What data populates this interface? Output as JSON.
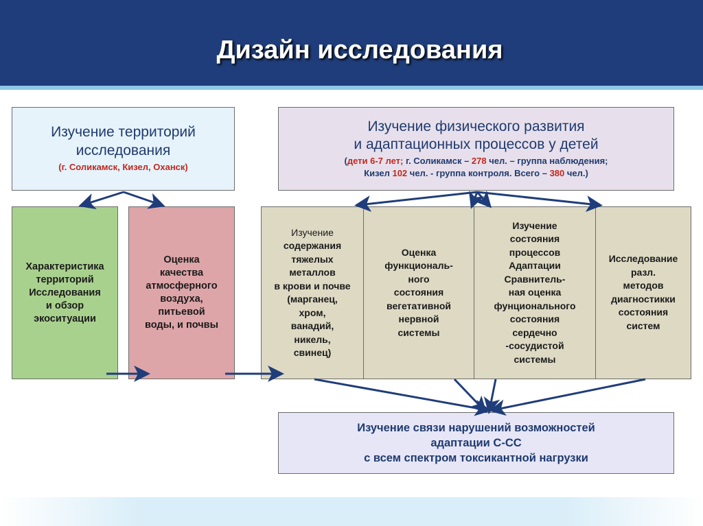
{
  "title": "Дизайн исследования",
  "top_left": {
    "line1": "Изучение территорий",
    "line2": "исследования",
    "sub": "(г. Соликамск, Кизел, Оханск)"
  },
  "top_right": {
    "line1": "Изучение физического развития",
    "line2": "и адаптационных процессов у детей",
    "sub1_a": "(",
    "sub1_b": "дети 6-7 лет;",
    "sub1_c": " г. Соликамск – ",
    "sub1_d": "278",
    "sub1_e": " чел. – группа наблюдения;",
    "sub2_a": "Кизел ",
    "sub2_b": "102",
    "sub2_c": " чел.  - группа контроля. Всего – ",
    "sub2_d": "380",
    "sub2_e": " чел.)"
  },
  "boxes": [
    {
      "lines": [
        "Характеристика",
        "территорий",
        "Исследования",
        "и обзор",
        "экоситуации"
      ]
    },
    {
      "lines": [
        "Оценка",
        "качества",
        "атмосферного",
        "воздуха,",
        "питьевой",
        "воды, и почвы"
      ]
    },
    {
      "lines": [
        "Изучение",
        "содержания",
        "тяжелых",
        "металлов",
        "в крови и почве",
        "(марганец,",
        "хром,",
        "ванадий,",
        "никель,",
        "свинец)"
      ]
    },
    {
      "lines": [
        "Оценка",
        "функциональ-",
        "ного",
        "состояния",
        "вегетативной",
        "нервной",
        "системы"
      ]
    },
    {
      "lines": [
        "Изучение",
        "состояния",
        "процессов",
        "Адаптации",
        "Сравнитель-",
        "ная оценка",
        "фунционального",
        "состояния",
        "сердечно",
        "-сосудистой",
        "системы"
      ]
    },
    {
      "lines": [
        "Исследование",
        "разл.",
        "методов",
        "диагностикки",
        "состояния",
        "систем"
      ]
    }
  ],
  "bottom": {
    "lines": [
      "Изучение связи нарушений возможностей",
      "адаптации С-СС",
      "с всем спектром токсикантной нагрузки"
    ]
  },
  "colors": {
    "header": "#1f3d7a",
    "arrow": "#1f3d7a",
    "green": "#a9d18e",
    "pink": "#dda5a8",
    "beige": "#ddd9c3",
    "light_blue": "#e6f3fb",
    "lavender": "#e7e0ec",
    "bottom_box": "#e6e6f7"
  }
}
